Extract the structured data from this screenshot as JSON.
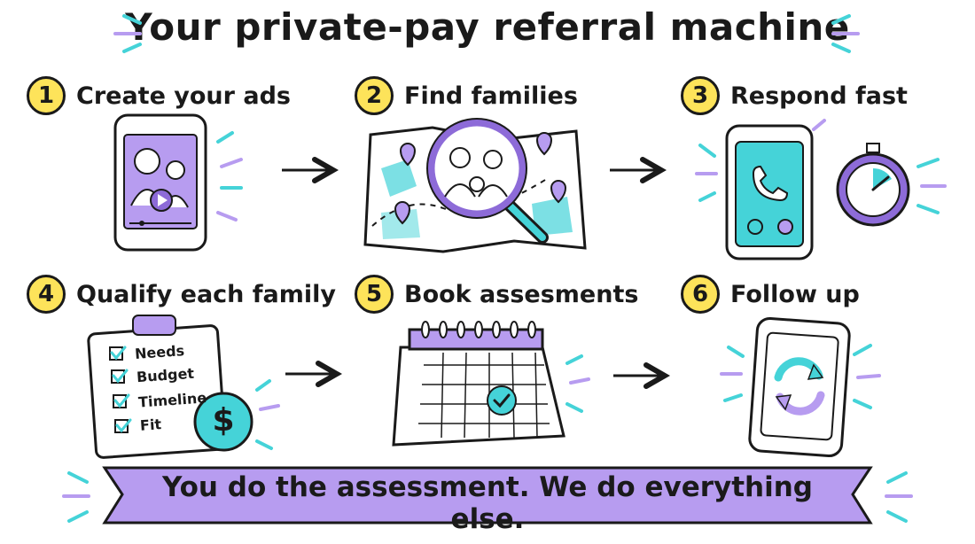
{
  "title": "Your private-pay referral machine",
  "colors": {
    "purple": "#b79cf0",
    "purple_dark": "#8d6bd8",
    "teal": "#45d3d8",
    "yellow": "#fde35a",
    "ink": "#1a1a1a"
  },
  "steps": [
    {
      "number": "1",
      "label": "Create your ads",
      "icon": "phone-video-ad-icon"
    },
    {
      "number": "2",
      "label": "Find families",
      "icon": "map-magnifier-icon"
    },
    {
      "number": "3",
      "label": "Respond fast",
      "icon": "phone-stopwatch-icon"
    },
    {
      "number": "4",
      "label": "Qualify each family",
      "icon": "clipboard-checklist-icon"
    },
    {
      "number": "5",
      "label": "Book assesments",
      "icon": "calendar-check-icon"
    },
    {
      "number": "6",
      "label": "Follow up",
      "icon": "phone-refresh-icon"
    }
  ],
  "checklist": [
    "Needs",
    "Budget",
    "Timeline",
    "Fit"
  ],
  "dollar_symbol": "$",
  "banner": "You do the assessment. We do everything else."
}
